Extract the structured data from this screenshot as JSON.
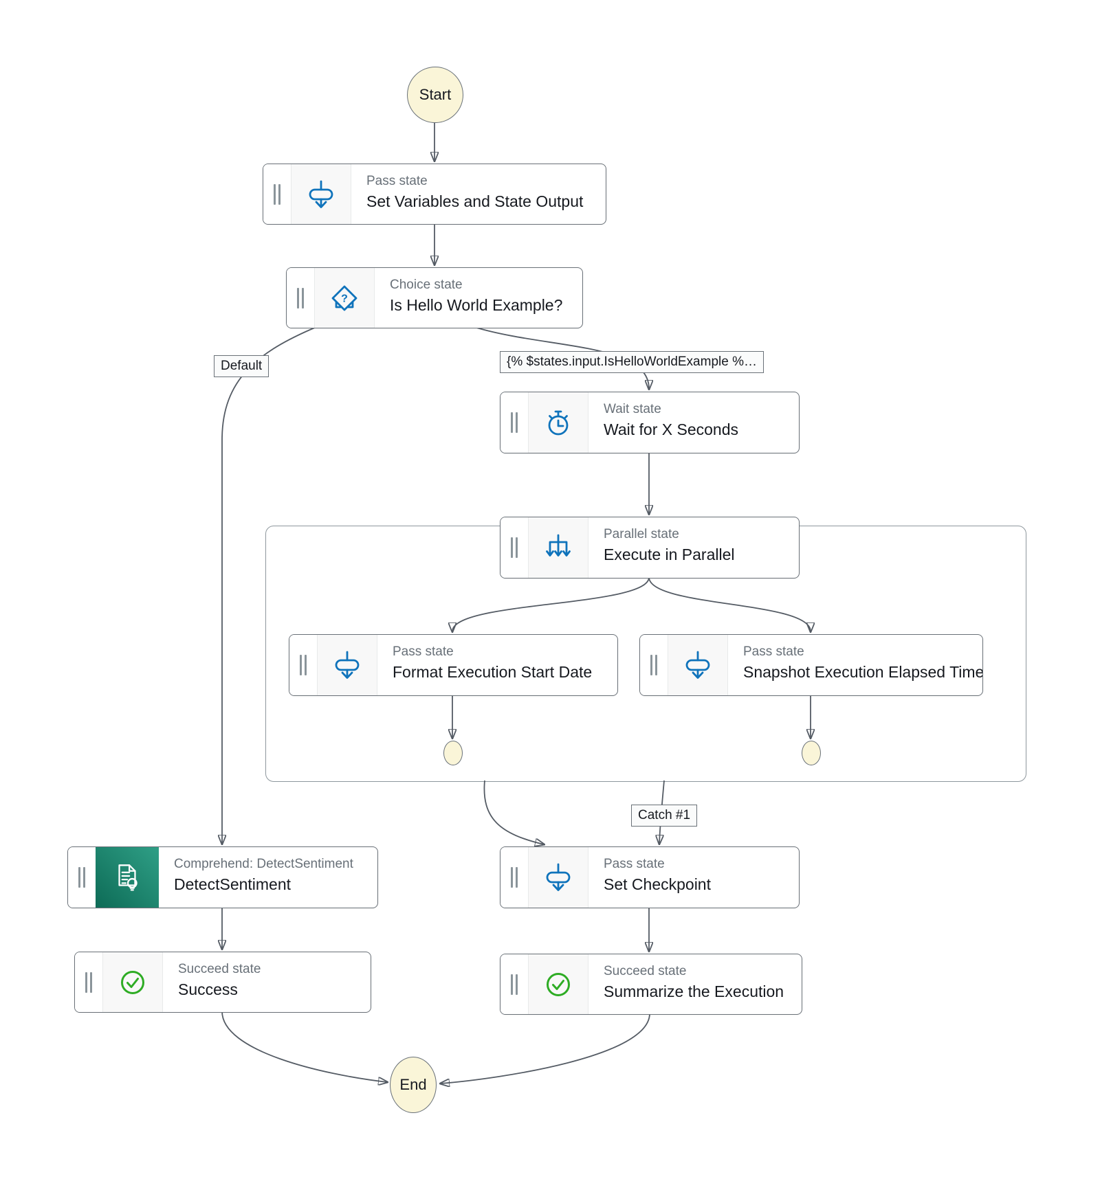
{
  "workflow": {
    "terminals": {
      "start": "Start",
      "end": "End"
    },
    "nodes": [
      {
        "id": "set-variables-and-state-output",
        "state_type": "Pass state",
        "title": "Set Variables and State Output",
        "icon": "pass-icon"
      },
      {
        "id": "is-hello-world-example",
        "state_type": "Choice state",
        "title": "Is Hello World Example?",
        "icon": "choice-icon"
      },
      {
        "id": "wait-for-x-seconds",
        "state_type": "Wait state",
        "title": "Wait for X Seconds",
        "icon": "wait-icon"
      },
      {
        "id": "execute-in-parallel",
        "state_type": "Parallel state",
        "title": "Execute in Parallel",
        "icon": "parallel-icon"
      },
      {
        "id": "format-execution-start-date",
        "state_type": "Pass state",
        "title": "Format Execution Start Date",
        "icon": "pass-icon"
      },
      {
        "id": "snapshot-execution-elapsed-time",
        "state_type": "Pass state",
        "title": "Snapshot Execution Elapsed Time",
        "icon": "pass-icon"
      },
      {
        "id": "detect-sentiment",
        "state_type": "Comprehend: DetectSentiment",
        "title": "DetectSentiment",
        "icon": "comprehend-icon"
      },
      {
        "id": "success",
        "state_type": "Succeed state",
        "title": "Success",
        "icon": "succeed-icon"
      },
      {
        "id": "set-checkpoint",
        "state_type": "Pass state",
        "title": "Set Checkpoint",
        "icon": "pass-icon"
      },
      {
        "id": "summarize-the-execution",
        "state_type": "Succeed state",
        "title": "Summarize the Execution",
        "icon": "succeed-icon"
      }
    ],
    "edge_labels": [
      {
        "id": "default",
        "text": "Default"
      },
      {
        "id": "choice-rule",
        "text": "{% $states.input.IsHelloWorldExample %…"
      },
      {
        "id": "catch",
        "text": "Catch #1"
      }
    ],
    "colors": {
      "edge": "#545b64",
      "node_border": "#697077",
      "accent_blue": "#0f73bb",
      "success_green": "#2eac24",
      "terminal_fill": "#faf5d8",
      "comprehend_teal_dark": "#0d6b56",
      "comprehend_teal_light": "#2f9f86",
      "state_type_text": "#687078",
      "title_text": "#16191f"
    }
  }
}
